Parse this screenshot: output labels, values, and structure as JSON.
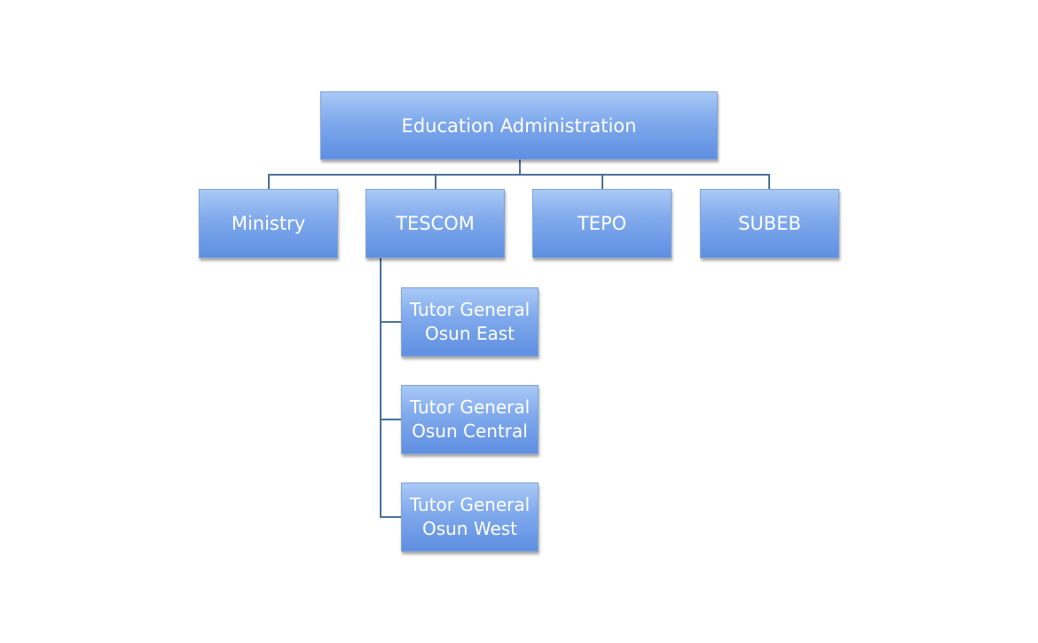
{
  "diagram": {
    "root": {
      "label": "Education Administration"
    },
    "departments": [
      {
        "label": "Ministry"
      },
      {
        "label": "TESCOM"
      },
      {
        "label": "TEPO"
      },
      {
        "label": "SUBEB"
      }
    ],
    "tescom_children": [
      {
        "line1": "Tutor General",
        "line2": "Osun East"
      },
      {
        "line1": "Tutor General",
        "line2": "Osun Central"
      },
      {
        "line1": "Tutor General",
        "line2": "Osun West"
      }
    ],
    "colors": {
      "box_fill_top": "#a9c9f6",
      "box_fill_bottom": "#5f8fe2",
      "connector": "#4a7196",
      "text": "#ffffff"
    }
  }
}
